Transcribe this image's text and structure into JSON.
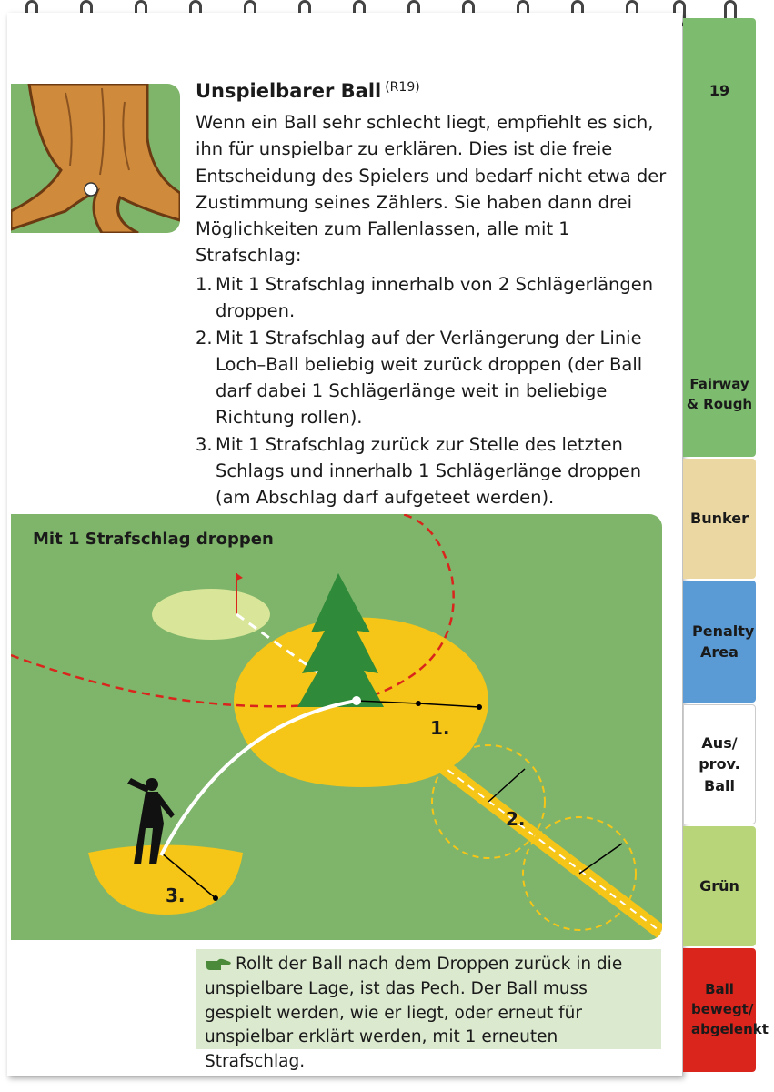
{
  "page_number": "19",
  "title": "Unspielbarer Ball",
  "rule_ref": "(R19)",
  "intro": "Wenn ein Ball sehr schlecht liegt, empfiehlt es sich, ihn für unspielbar zu erklären. Dies ist die freie Entscheidung des Spielers und bedarf nicht etwa der Zustimmung seines Zählers. Sie haben dann drei Möglichkeiten zum Fallenlassen, alle mit 1 Strafschlag:",
  "options": [
    {
      "num": "1.",
      "text": "Mit 1 Strafschlag innerhalb von 2 Schlägerlängen droppen."
    },
    {
      "num": "2.",
      "text": "Mit 1 Strafschlag auf der Verlängerung der Linie Loch–Ball beliebig weit zurück droppen (der Ball darf dabei 1 Schlägerlänge weit in beliebige Richtung rollen)."
    },
    {
      "num": "3.",
      "text": "Mit 1 Strafschlag zurück zur Stelle des letzten Schlags und innerhalb 1 Schlägerlänge droppen (am Abschlag darf aufgeteet werden)."
    }
  ],
  "diagram": {
    "title": "Mit 1 Strafschlag droppen",
    "label_1": "1.",
    "label_2": "2.",
    "label_3": "3."
  },
  "tip": "Rollt der Ball nach dem Droppen zurück in die unspielbare Lage, ist das Pech. Der Ball muss gespielt werden, wie er liegt, oder erneut für unspielbar erklärt werden, mit 1 erneuten Strafschlag.",
  "tabs": [
    {
      "label": "Fairway & Rough",
      "color": "#7dbb6e"
    },
    {
      "label": "Bunker",
      "color": "#ead7a2"
    },
    {
      "label": "Penalty Area",
      "color": "#5a9bd5"
    },
    {
      "label": "Aus/ prov. Ball",
      "color": "#ffffff"
    },
    {
      "label": "Grün",
      "color": "#b9d57a"
    },
    {
      "label": "Ball bewegt/ abgelenkt",
      "color": "#d9251c"
    }
  ],
  "colors": {
    "grass": "#7fb56a",
    "yellow": "#f5c518",
    "red_dash": "#d9251c"
  }
}
